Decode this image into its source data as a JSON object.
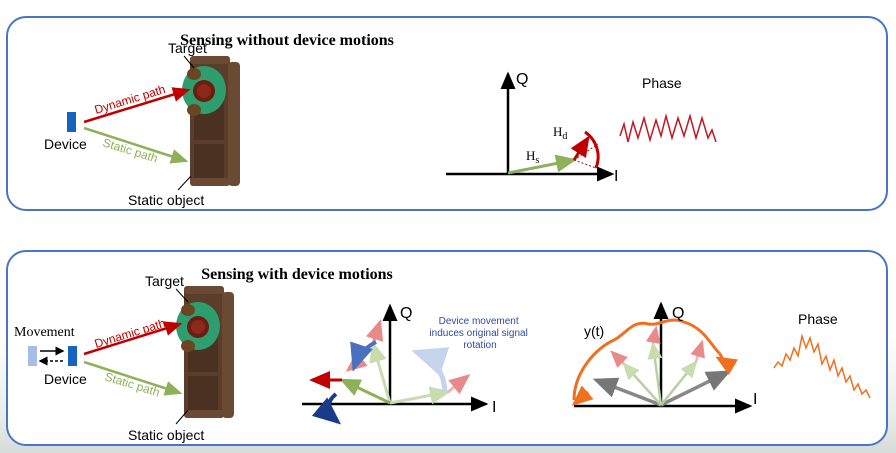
{
  "top_panel": {
    "title": "Sensing without device motions",
    "target_label": "Target",
    "device_label": "Device",
    "static_object_label": "Static object",
    "dynamic_path_label": "Dynamic path",
    "static_path_label": "Static path",
    "axis_q": "Q",
    "axis_i": "I",
    "hd_label": "H",
    "hd_sub": "d",
    "hs_label": "H",
    "hs_sub": "s",
    "phase_label": "Phase"
  },
  "bottom_panel": {
    "title": "Sensing with device motions",
    "target_label": "Target",
    "movement_label": "Movement",
    "device_label": "Device",
    "static_object_label": "Static object",
    "dynamic_path_label": "Dynamic path",
    "static_path_label": "Static path",
    "axis_q_left": "Q",
    "axis_i_left": "I",
    "annotation_line1": "Device movement",
    "annotation_line2": "induces original signal",
    "annotation_line3": "rotation",
    "yt_label": "y(t)",
    "axis_q_right": "Q",
    "axis_i_right": "I",
    "phase_label": "Phase"
  },
  "colors": {
    "panel_border": "#4a74c4",
    "device_blue": "#1565c0",
    "dynamic_red": "#c00000",
    "static_green": "#8fb05a",
    "annotation_blue": "#2f4aa0",
    "trace_orange": "#f07020",
    "phase_red": "#c0181f",
    "sofa_brown": "#5a3d2b",
    "person_green": "#2e9e6e"
  }
}
